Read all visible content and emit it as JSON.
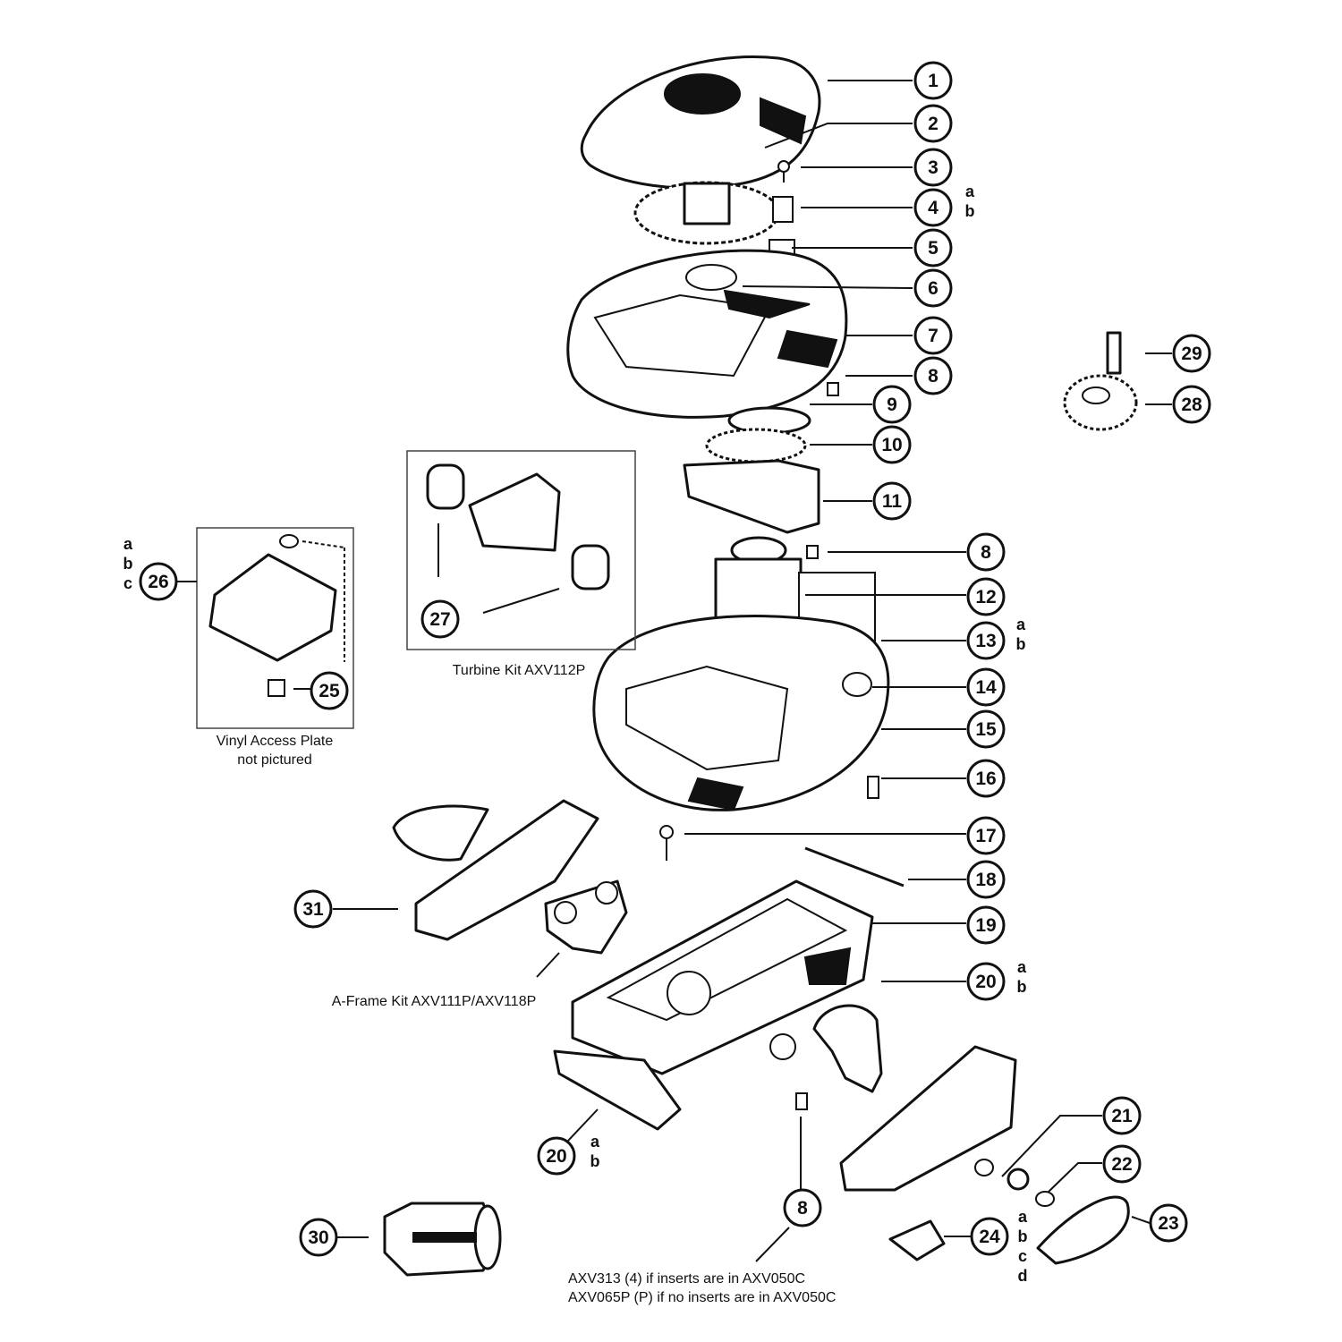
{
  "callouts": [
    {
      "id": "c1",
      "label": "1"
    },
    {
      "id": "c2",
      "label": "2"
    },
    {
      "id": "c3",
      "label": "3"
    },
    {
      "id": "c4",
      "label": "4",
      "suffix": [
        "a",
        "b"
      ]
    },
    {
      "id": "c5",
      "label": "5"
    },
    {
      "id": "c6",
      "label": "6"
    },
    {
      "id": "c7",
      "label": "7"
    },
    {
      "id": "c8a",
      "label": "8"
    },
    {
      "id": "c9",
      "label": "9"
    },
    {
      "id": "c10",
      "label": "10"
    },
    {
      "id": "c11",
      "label": "11"
    },
    {
      "id": "c8b",
      "label": "8"
    },
    {
      "id": "c12",
      "label": "12"
    },
    {
      "id": "c13",
      "label": "13",
      "suffix": [
        "a",
        "b"
      ]
    },
    {
      "id": "c14",
      "label": "14"
    },
    {
      "id": "c15",
      "label": "15"
    },
    {
      "id": "c16",
      "label": "16"
    },
    {
      "id": "c17",
      "label": "17"
    },
    {
      "id": "c18",
      "label": "18"
    },
    {
      "id": "c19",
      "label": "19"
    },
    {
      "id": "c20a",
      "label": "20",
      "suffix": [
        "a",
        "b"
      ]
    },
    {
      "id": "c20b",
      "label": "20",
      "suffix": [
        "a",
        "b"
      ]
    },
    {
      "id": "c21",
      "label": "21"
    },
    {
      "id": "c22",
      "label": "22"
    },
    {
      "id": "c23",
      "label": "23",
      "suffix": [
        "a",
        "b",
        "c",
        "d"
      ]
    },
    {
      "id": "c24",
      "label": "24"
    },
    {
      "id": "c8c",
      "label": "8"
    },
    {
      "id": "c25",
      "label": "25"
    },
    {
      "id": "c26",
      "label": "26",
      "suffix": [
        "a",
        "b",
        "c"
      ]
    },
    {
      "id": "c27",
      "label": "27"
    },
    {
      "id": "c28",
      "label": "28"
    },
    {
      "id": "c29",
      "label": "29"
    },
    {
      "id": "c30",
      "label": "30"
    },
    {
      "id": "c31",
      "label": "31"
    }
  ],
  "captions": {
    "turbine_kit": "Turbine Kit  AXV112P",
    "vinyl_line1": "Vinyl Access Plate",
    "vinyl_line2": "not pictured",
    "aframe_kit": "A-Frame Kit AXV111P/AXV118P",
    "note_line1": "AXV313 (4) if inserts are in AXV050C",
    "note_line2": "AXV065P (P) if no inserts are in AXV050C"
  }
}
